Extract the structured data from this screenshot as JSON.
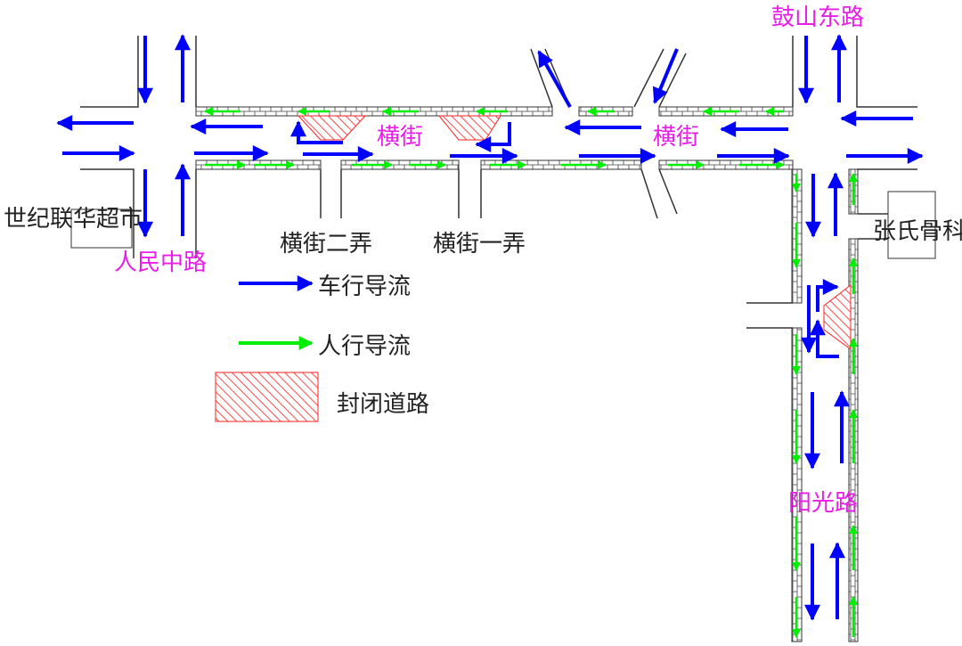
{
  "labels": {
    "gushan_east_road": "鼓山东路",
    "hengjie_west": "横街",
    "hengjie_east": "横街",
    "hengjie_lane2": "横街二弄",
    "hengjie_lane1": "横街一弄",
    "shiji_lianhua": "世纪联华超市",
    "renmin_middle_road": "人民中路",
    "zhangshi_guke": "张氏骨科",
    "yangguang_road": "阳光路"
  },
  "legend": {
    "vehicle": "车行导流",
    "pedestrian": "人行导流",
    "closed": "封闭道路"
  },
  "colors": {
    "vehicle_arrow": "#0000ff",
    "pedestrian_arrow": "#00ee00",
    "closed_hatch": "#ff2020",
    "road_label": "#e81ee8"
  }
}
